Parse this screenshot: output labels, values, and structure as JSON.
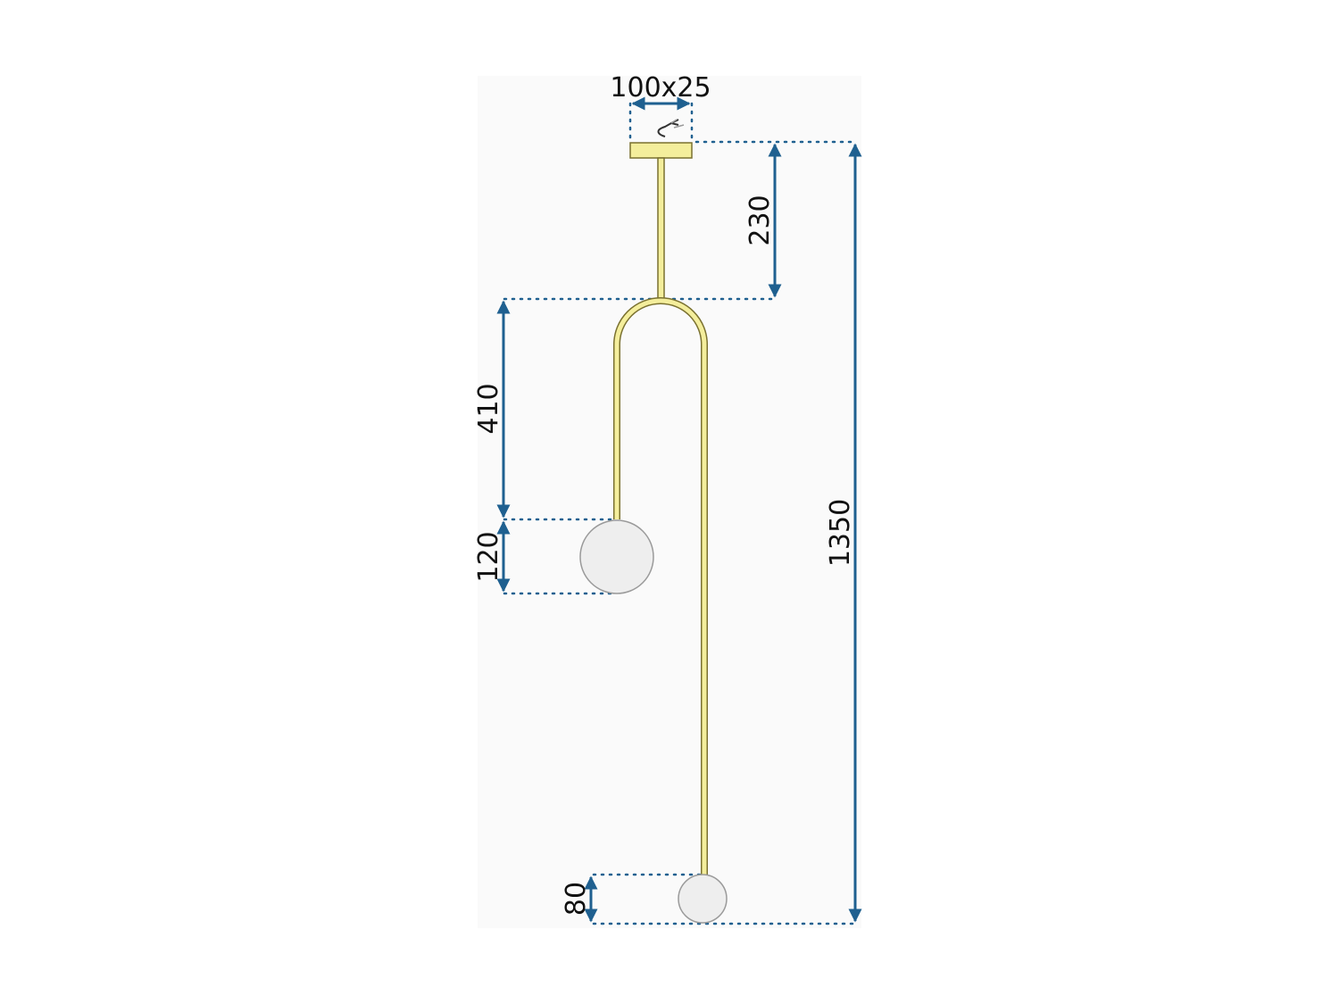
{
  "diagram": {
    "dimensions": {
      "canopy": "100x25",
      "stem_drop": "230",
      "arc_to_upper_globe": "410",
      "upper_globe": "120",
      "total_height": "1350",
      "lower_globe": "80"
    },
    "colors": {
      "brass_fill": "#f4ee9c",
      "brass_stroke": "#7a7130",
      "dimension_blue": "#1f6090",
      "glass_fill": "#eeeeee",
      "glass_stroke": "#9a9a9a",
      "panel": "#fafafa",
      "wire": "#333333"
    }
  }
}
